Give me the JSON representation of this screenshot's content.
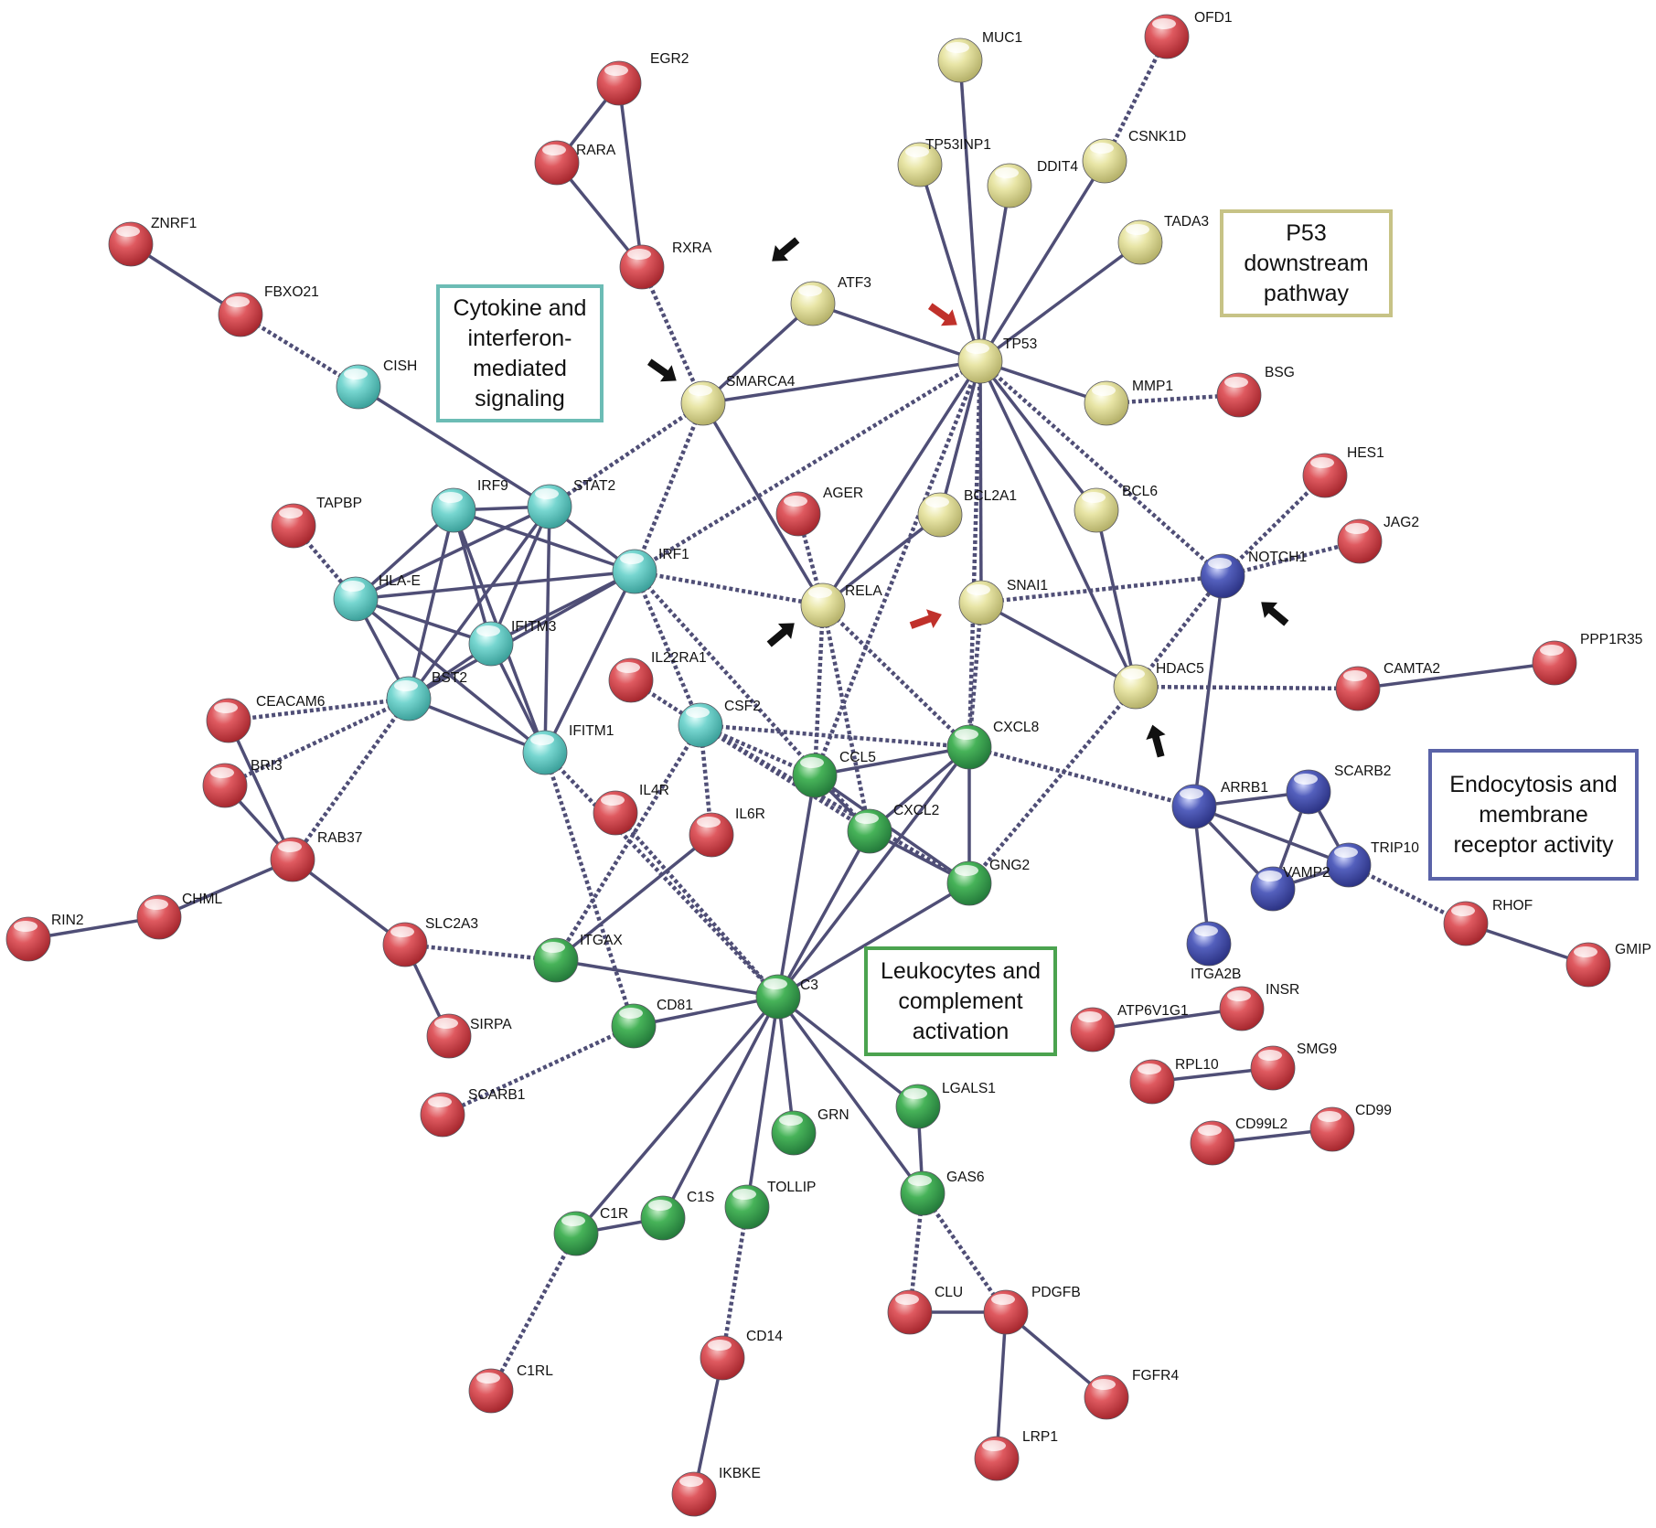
{
  "colors": {
    "cluster_red": "#d9464f",
    "cluster_yellow": "#e2df9e",
    "cluster_cyan": "#6fd3cd",
    "cluster_green": "#3fae52",
    "cluster_blue": "#4a55b5",
    "edge": "#4f4e76",
    "arrow_black": "#111111",
    "arrow_red": "#c0312b",
    "box_cytokine": "#6cbcb5",
    "box_p53": "#c7c386",
    "box_endocytosis": "#5a63a8",
    "box_leukocytes": "#4ba34f"
  },
  "boxes": {
    "cytokine": "Cytokine and\ninterferon-\nmediated\nsignaling",
    "p53": "P53\ndownstream\npathway",
    "endocytosis": "Endocytosis and\nmembrane\nreceptor activity",
    "leukocytes": "Leukocytes and\ncomplement\nactivation"
  },
  "nodes": [
    {
      "id": "EGR2",
      "cluster": "red"
    },
    {
      "id": "RARA",
      "cluster": "red"
    },
    {
      "id": "RXRA",
      "cluster": "red"
    },
    {
      "id": "ZNRF1",
      "cluster": "red"
    },
    {
      "id": "FBXO21",
      "cluster": "red"
    },
    {
      "id": "CISH",
      "cluster": "cyan"
    },
    {
      "id": "MUC1",
      "cluster": "yellow"
    },
    {
      "id": "OFD1",
      "cluster": "red"
    },
    {
      "id": "TP53INP1",
      "cluster": "yellow"
    },
    {
      "id": "DDIT4",
      "cluster": "yellow"
    },
    {
      "id": "CSNK1D",
      "cluster": "yellow"
    },
    {
      "id": "TADA3",
      "cluster": "yellow"
    },
    {
      "id": "ATF3",
      "cluster": "yellow"
    },
    {
      "id": "TP53",
      "cluster": "yellow"
    },
    {
      "id": "SMARCA4",
      "cluster": "yellow"
    },
    {
      "id": "MMP1",
      "cluster": "yellow"
    },
    {
      "id": "BSG",
      "cluster": "red"
    },
    {
      "id": "HES1",
      "cluster": "red"
    },
    {
      "id": "JAG2",
      "cluster": "red"
    },
    {
      "id": "IRF9",
      "cluster": "cyan"
    },
    {
      "id": "STAT2",
      "cluster": "cyan"
    },
    {
      "id": "TAPBP",
      "cluster": "red"
    },
    {
      "id": "AGER",
      "cluster": "red"
    },
    {
      "id": "BCL2A1",
      "cluster": "yellow"
    },
    {
      "id": "BCL6",
      "cluster": "yellow"
    },
    {
      "id": "NOTCH1",
      "cluster": "blue"
    },
    {
      "id": "HLA-E",
      "cluster": "cyan"
    },
    {
      "id": "IRF1",
      "cluster": "cyan"
    },
    {
      "id": "RELA",
      "cluster": "yellow"
    },
    {
      "id": "SNAI1",
      "cluster": "yellow"
    },
    {
      "id": "IFITM3",
      "cluster": "cyan"
    },
    {
      "id": "IL22RA1",
      "cluster": "red"
    },
    {
      "id": "CSF2",
      "cluster": "cyan"
    },
    {
      "id": "HDAC5",
      "cluster": "yellow"
    },
    {
      "id": "CAMTA2",
      "cluster": "red"
    },
    {
      "id": "PPP1R35",
      "cluster": "red"
    },
    {
      "id": "BST2",
      "cluster": "cyan"
    },
    {
      "id": "CEACAM6",
      "cluster": "red"
    },
    {
      "id": "BRI3",
      "cluster": "red"
    },
    {
      "id": "IFITM1",
      "cluster": "cyan"
    },
    {
      "id": "CXCL8",
      "cluster": "green"
    },
    {
      "id": "CCL5",
      "cluster": "green"
    },
    {
      "id": "IL4R",
      "cluster": "red"
    },
    {
      "id": "IL6R",
      "cluster": "red"
    },
    {
      "id": "CXCL2",
      "cluster": "green"
    },
    {
      "id": "RAB37",
      "cluster": "red"
    },
    {
      "id": "ARRB1",
      "cluster": "blue"
    },
    {
      "id": "SCARB2",
      "cluster": "blue"
    },
    {
      "id": "TRIP10",
      "cluster": "blue"
    },
    {
      "id": "VAMP2",
      "cluster": "blue"
    },
    {
      "id": "ITGA2B",
      "cluster": "blue"
    },
    {
      "id": "GNG2",
      "cluster": "green"
    },
    {
      "id": "RIN2",
      "cluster": "red"
    },
    {
      "id": "CHML",
      "cluster": "red"
    },
    {
      "id": "SLC2A3",
      "cluster": "red"
    },
    {
      "id": "RHOF",
      "cluster": "red"
    },
    {
      "id": "GMIP",
      "cluster": "red"
    },
    {
      "id": "ITGAX",
      "cluster": "green"
    },
    {
      "id": "SIRPA",
      "cluster": "red"
    },
    {
      "id": "C3",
      "cluster": "green"
    },
    {
      "id": "CD81",
      "cluster": "green"
    },
    {
      "id": "INSR",
      "cluster": "red"
    },
    {
      "id": "ATP6V1G1",
      "cluster": "red"
    },
    {
      "id": "SCARB1",
      "cluster": "red"
    },
    {
      "id": "SMG9",
      "cluster": "red"
    },
    {
      "id": "RPL10",
      "cluster": "red"
    },
    {
      "id": "LGALS1",
      "cluster": "green"
    },
    {
      "id": "GRN",
      "cluster": "green"
    },
    {
      "id": "CD99",
      "cluster": "red"
    },
    {
      "id": "CD99L2",
      "cluster": "red"
    },
    {
      "id": "GAS6",
      "cluster": "green"
    },
    {
      "id": "TOLLIP",
      "cluster": "green"
    },
    {
      "id": "C1S",
      "cluster": "green"
    },
    {
      "id": "C1R",
      "cluster": "green"
    },
    {
      "id": "CLU",
      "cluster": "red"
    },
    {
      "id": "PDGFB",
      "cluster": "red"
    },
    {
      "id": "CD14",
      "cluster": "red"
    },
    {
      "id": "C1RL",
      "cluster": "red"
    },
    {
      "id": "FGFR4",
      "cluster": "red"
    },
    {
      "id": "LRP1",
      "cluster": "red"
    },
    {
      "id": "IKBKE",
      "cluster": "red"
    }
  ],
  "edges": [
    [
      "EGR2",
      "RARA",
      "solid"
    ],
    [
      "EGR2",
      "RXRA",
      "solid"
    ],
    [
      "RARA",
      "RXRA",
      "solid"
    ],
    [
      "RXRA",
      "SMARCA4",
      "dashed"
    ],
    [
      "ZNRF1",
      "FBXO21",
      "solid"
    ],
    [
      "FBXO21",
      "CISH",
      "dashed"
    ],
    [
      "CISH",
      "STAT2",
      "solid"
    ],
    [
      "MUC1",
      "TP53",
      "solid"
    ],
    [
      "OFD1",
      "CSNK1D",
      "dashed"
    ],
    [
      "TP53INP1",
      "TP53",
      "solid"
    ],
    [
      "DDIT4",
      "TP53",
      "solid"
    ],
    [
      "CSNK1D",
      "TP53",
      "solid"
    ],
    [
      "TADA3",
      "TP53",
      "solid"
    ],
    [
      "ATF3",
      "TP53",
      "solid"
    ],
    [
      "ATF3",
      "SMARCA4",
      "solid"
    ],
    [
      "SMARCA4",
      "TP53",
      "solid"
    ],
    [
      "TP53",
      "MMP1",
      "solid"
    ],
    [
      "MMP1",
      "BSG",
      "dashed"
    ],
    [
      "TP53",
      "BCL2A1",
      "solid"
    ],
    [
      "TP53",
      "BCL6",
      "solid"
    ],
    [
      "TP53",
      "SNAI1",
      "solid"
    ],
    [
      "TP53",
      "HDAC5",
      "solid"
    ],
    [
      "TP53",
      "RELA",
      "solid"
    ],
    [
      "TP53",
      "NOTCH1",
      "dashed"
    ],
    [
      "TP53",
      "IRF1",
      "dashed"
    ],
    [
      "TP53",
      "CXCL8",
      "dashed"
    ],
    [
      "TP53",
      "CCL5",
      "dashed"
    ],
    [
      "SMARCA4",
      "RELA",
      "solid"
    ],
    [
      "SMARCA4",
      "STAT2",
      "dashed"
    ],
    [
      "SMARCA4",
      "IRF1",
      "dashed"
    ],
    [
      "BCL2A1",
      "RELA",
      "solid"
    ],
    [
      "BCL6",
      "HDAC5",
      "solid"
    ],
    [
      "SNAI1",
      "HDAC5",
      "solid"
    ],
    [
      "SNAI1",
      "NOTCH1",
      "dashed"
    ],
    [
      "SNAI1",
      "CXCL8",
      "dashed"
    ],
    [
      "HDAC5",
      "NOTCH1",
      "dashed"
    ],
    [
      "HDAC5",
      "CAMTA2",
      "dashed"
    ],
    [
      "HDAC5",
      "GNG2",
      "dashed"
    ],
    [
      "NOTCH1",
      "HES1",
      "dashed"
    ],
    [
      "NOTCH1",
      "JAG2",
      "dashed"
    ],
    [
      "NOTCH1",
      "ARRB1",
      "solid"
    ],
    [
      "CAMTA2",
      "PPP1R35",
      "solid"
    ],
    [
      "IRF9",
      "STAT2",
      "solid"
    ],
    [
      "IRF9",
      "HLA-E",
      "solid"
    ],
    [
      "IRF9",
      "IRF1",
      "solid"
    ],
    [
      "IRF9",
      "IFITM3",
      "solid"
    ],
    [
      "IRF9",
      "BST2",
      "solid"
    ],
    [
      "IRF9",
      "IFITM1",
      "solid"
    ],
    [
      "STAT2",
      "HLA-E",
      "solid"
    ],
    [
      "STAT2",
      "IRF1",
      "solid"
    ],
    [
      "STAT2",
      "IFITM3",
      "solid"
    ],
    [
      "STAT2",
      "BST2",
      "solid"
    ],
    [
      "STAT2",
      "IFITM1",
      "solid"
    ],
    [
      "HLA-E",
      "IRF1",
      "solid"
    ],
    [
      "HLA-E",
      "IFITM3",
      "solid"
    ],
    [
      "HLA-E",
      "BST2",
      "solid"
    ],
    [
      "HLA-E",
      "IFITM1",
      "solid"
    ],
    [
      "IRF1",
      "IFITM3",
      "solid"
    ],
    [
      "IRF1",
      "BST2",
      "solid"
    ],
    [
      "IRF1",
      "IFITM1",
      "solid"
    ],
    [
      "IFITM3",
      "BST2",
      "solid"
    ],
    [
      "IFITM3",
      "IFITM1",
      "solid"
    ],
    [
      "BST2",
      "IFITM1",
      "solid"
    ],
    [
      "TAPBP",
      "HLA-E",
      "dashed"
    ],
    [
      "IRF1",
      "RELA",
      "dashed"
    ],
    [
      "IRF1",
      "CSF2",
      "dashed"
    ],
    [
      "IRF1",
      "CXCL2",
      "dashed"
    ],
    [
      "BST2",
      "CEACAM6",
      "dashed"
    ],
    [
      "BST2",
      "BRI3",
      "dashed"
    ],
    [
      "BST2",
      "RAB37",
      "dashed"
    ],
    [
      "IFITM1",
      "CD81",
      "dashed"
    ],
    [
      "IFITM1",
      "C3",
      "dashed"
    ],
    [
      "RELA",
      "AGER",
      "dashed"
    ],
    [
      "RELA",
      "CCL5",
      "dashed"
    ],
    [
      "RELA",
      "CXCL2",
      "dashed"
    ],
    [
      "RELA",
      "CXCL8",
      "dashed"
    ],
    [
      "IL22RA1",
      "CSF2",
      "dashed"
    ],
    [
      "CSF2",
      "IL6R",
      "dashed"
    ],
    [
      "CSF2",
      "ITGAX",
      "dashed"
    ],
    [
      "CSF2",
      "CCL5",
      "dashed"
    ],
    [
      "CSF2",
      "CXCL8",
      "dashed"
    ],
    [
      "CSF2",
      "CXCL2",
      "dashed"
    ],
    [
      "CSF2",
      "GNG2",
      "dashed"
    ],
    [
      "CXCL8",
      "CCL5",
      "solid"
    ],
    [
      "CXCL8",
      "CXCL2",
      "solid"
    ],
    [
      "CXCL8",
      "GNG2",
      "solid"
    ],
    [
      "CXCL8",
      "C3",
      "solid"
    ],
    [
      "CXCL8",
      "ARRB1",
      "dashed"
    ],
    [
      "CCL5",
      "CXCL2",
      "solid"
    ],
    [
      "CCL5",
      "GNG2",
      "solid"
    ],
    [
      "CCL5",
      "C3",
      "solid"
    ],
    [
      "CXCL2",
      "GNG2",
      "solid"
    ],
    [
      "CXCL2",
      "C3",
      "solid"
    ],
    [
      "GNG2",
      "C3",
      "solid"
    ],
    [
      "IL4R",
      "C3",
      "dashed"
    ],
    [
      "IL6R",
      "ITGAX",
      "solid"
    ],
    [
      "ITGAX",
      "C3",
      "solid"
    ],
    [
      "ITGAX",
      "SLC2A3",
      "dashed"
    ],
    [
      "CD81",
      "C3",
      "solid"
    ],
    [
      "CD81",
      "SCARB1",
      "dashed"
    ],
    [
      "CEACAM6",
      "RAB37",
      "solid"
    ],
    [
      "BRI3",
      "RAB37",
      "solid"
    ],
    [
      "RAB37",
      "CHML",
      "solid"
    ],
    [
      "RAB37",
      "SLC2A3",
      "solid"
    ],
    [
      "RIN2",
      "CHML",
      "solid"
    ],
    [
      "SLC2A3",
      "SIRPA",
      "solid"
    ],
    [
      "ARRB1",
      "SCARB2",
      "solid"
    ],
    [
      "ARRB1",
      "TRIP10",
      "solid"
    ],
    [
      "ARRB1",
      "ITGA2B",
      "solid"
    ],
    [
      "ARRB1",
      "VAMP2",
      "solid"
    ],
    [
      "SCARB2",
      "VAMP2",
      "solid"
    ],
    [
      "SCARB2",
      "TRIP10",
      "solid"
    ],
    [
      "VAMP2",
      "TRIP10",
      "solid"
    ],
    [
      "TRIP10",
      "RHOF",
      "dashed"
    ],
    [
      "RHOF",
      "GMIP",
      "solid"
    ],
    [
      "ATP6V1G1",
      "INSR",
      "solid"
    ],
    [
      "RPL10",
      "SMG9",
      "solid"
    ],
    [
      "CD99L2",
      "CD99",
      "solid"
    ],
    [
      "C3",
      "LGALS1",
      "solid"
    ],
    [
      "C3",
      "GAS6",
      "solid"
    ],
    [
      "C3",
      "GRN",
      "solid"
    ],
    [
      "C3",
      "TOLLIP",
      "solid"
    ],
    [
      "C3",
      "C1S",
      "solid"
    ],
    [
      "C3",
      "C1R",
      "solid"
    ],
    [
      "LGALS1",
      "GAS6",
      "solid"
    ],
    [
      "C1R",
      "C1S",
      "solid"
    ],
    [
      "C1R",
      "C1RL",
      "dashed"
    ],
    [
      "TOLLIP",
      "CD14",
      "dashed"
    ],
    [
      "GAS6",
      "CLU",
      "dashed"
    ],
    [
      "GAS6",
      "PDGFB",
      "dashed"
    ],
    [
      "CLU",
      "PDGFB",
      "solid"
    ],
    [
      "PDGFB",
      "FGFR4",
      "solid"
    ],
    [
      "PDGFB",
      "LRP1",
      "solid"
    ],
    [
      "CD14",
      "IKBKE",
      "solid"
    ]
  ],
  "arrows": [
    {
      "target": "ATF3",
      "color": "black"
    },
    {
      "target": "SMARCA4",
      "color": "black"
    },
    {
      "target": "TP53",
      "color": "red"
    },
    {
      "target": "RELA",
      "color": "black"
    },
    {
      "target": "SNAI1",
      "color": "red"
    },
    {
      "target": "NOTCH1",
      "color": "black"
    },
    {
      "target": "HDAC5",
      "color": "black"
    }
  ]
}
